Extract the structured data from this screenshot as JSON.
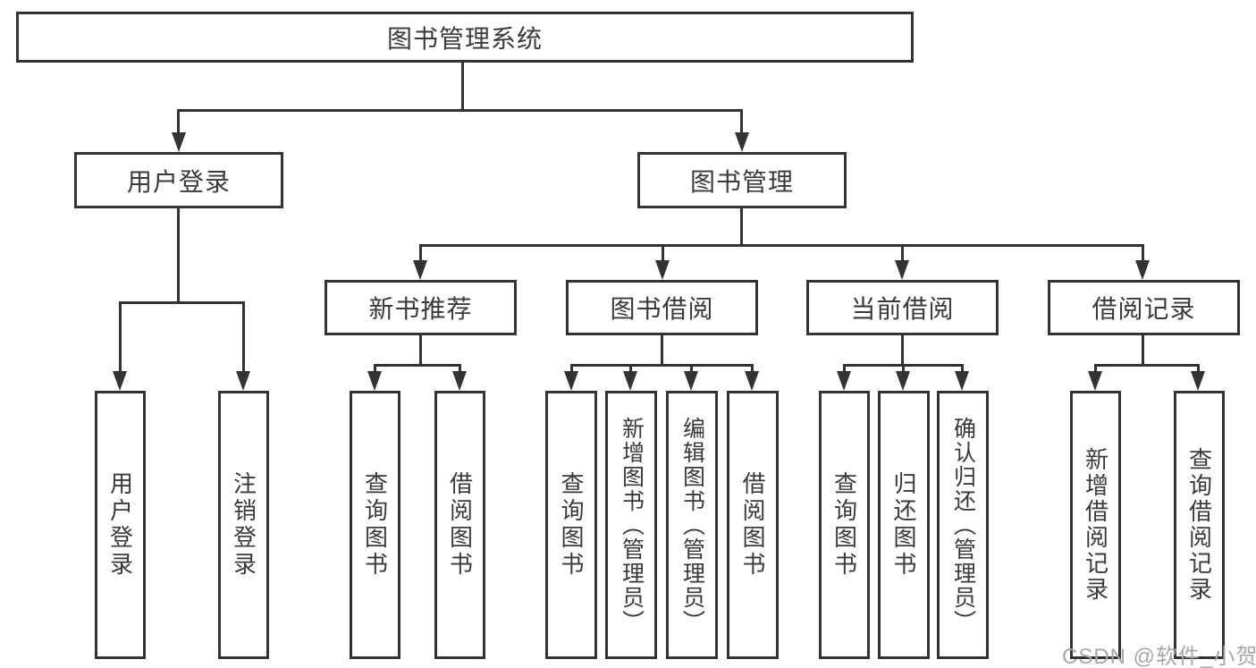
{
  "diagram": {
    "title": "图书管理系统",
    "type": "hierarchy-tree"
  },
  "nodes": {
    "root": {
      "label": "图书管理系统"
    },
    "user_login": {
      "label": "用户登录"
    },
    "book_management": {
      "label": "图书管理"
    },
    "new_book_recommend": {
      "label": "新书推荐"
    },
    "book_borrow": {
      "label": "图书借阅"
    },
    "current_borrow": {
      "label": "当前借阅"
    },
    "borrow_record": {
      "label": "借阅记录"
    },
    "leaf_user_login": {
      "label": "用户登录"
    },
    "leaf_logout": {
      "label": "注销登录"
    },
    "leaf_query_book_1": {
      "label": "查询图书"
    },
    "leaf_borrow_book_1": {
      "label": "借阅图书"
    },
    "leaf_query_book_2": {
      "label": "查询图书"
    },
    "leaf_add_book": {
      "label": "新增图书（管理员）"
    },
    "leaf_edit_book": {
      "label": "编辑图书（管理员）"
    },
    "leaf_borrow_book_2": {
      "label": "借阅图书"
    },
    "leaf_query_book_3": {
      "label": "查询图书"
    },
    "leaf_return_book": {
      "label": "归还图书"
    },
    "leaf_confirm_return": {
      "label": "确认归还（管理员）"
    },
    "leaf_add_borrow_record": {
      "label": "新增借阅记录"
    },
    "leaf_query_borrow_record": {
      "label": "查询借阅记录"
    }
  },
  "watermark": {
    "text": "CSDN @软件_小贺同学"
  },
  "colors": {
    "line": "#333333",
    "text": "#3a3a3a",
    "background": "#ffffff",
    "watermark": "#a8a8a8"
  }
}
